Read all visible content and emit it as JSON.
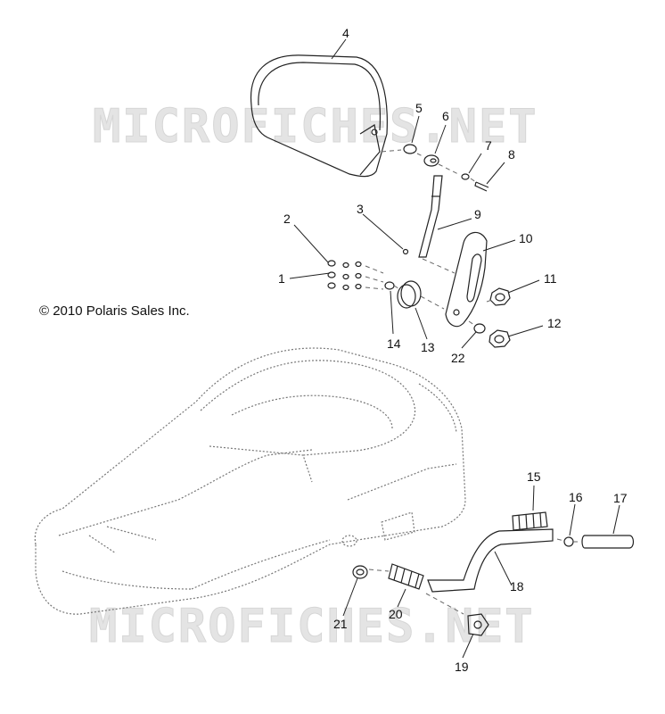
{
  "copyright": "© 2010 Polaris Sales Inc.",
  "watermark": "MICROFICHES.NET",
  "callouts": [
    "1",
    "2",
    "3",
    "4",
    "5",
    "6",
    "7",
    "8",
    "9",
    "10",
    "11",
    "12",
    "13",
    "14",
    "15",
    "16",
    "17",
    "18",
    "19",
    "20",
    "21",
    "22"
  ],
  "colors": {
    "line": "#222222",
    "dash": "#777777",
    "watermark": "#e4e4e4"
  }
}
